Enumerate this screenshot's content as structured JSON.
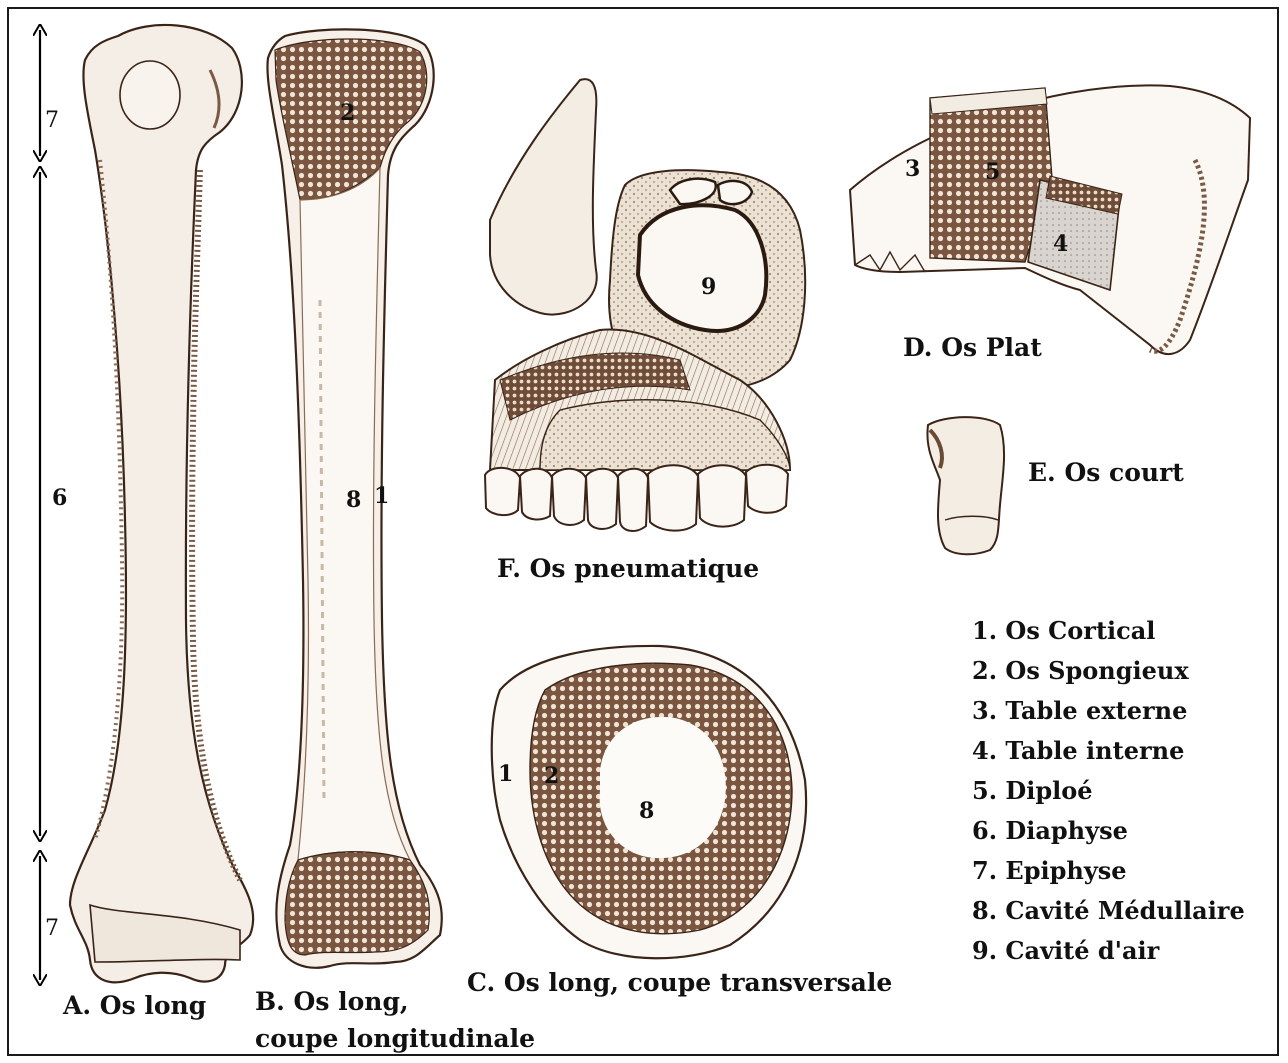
{
  "captions": {
    "a": "A. Os long",
    "b_line1": "B. Os long,",
    "b_line2": "coupe longitudinale",
    "c": "C. Os long, coupe transversale",
    "d": "D. Os Plat",
    "e": "E. Os court",
    "f": "F. Os pneumatique"
  },
  "markers": {
    "epiphyse_top": "7",
    "diaphyse": "6",
    "epiphyse_bottom": "7",
    "b_spongieux": "2",
    "b_medullaire": "8",
    "b_cortical": "1",
    "c_cortical": "1",
    "c_spongieux": "2",
    "c_medullaire": "8",
    "d_externe": "3",
    "d_diploe": "5",
    "d_interne": "4",
    "f_air": "9"
  },
  "legend": [
    "1. Os Cortical",
    "2. Os Spongieux",
    "3. Table externe",
    "4. Table interne",
    "5. Diploé",
    "6. Diaphyse",
    "7. Epiphyse",
    "8. Cavité Médullaire",
    "9. Cavité d'air"
  ],
  "colors": {
    "ink": "#3a2418",
    "bone": "#f3ece2",
    "spongy": "#6b4a35",
    "shade": "#c9b8a5"
  }
}
